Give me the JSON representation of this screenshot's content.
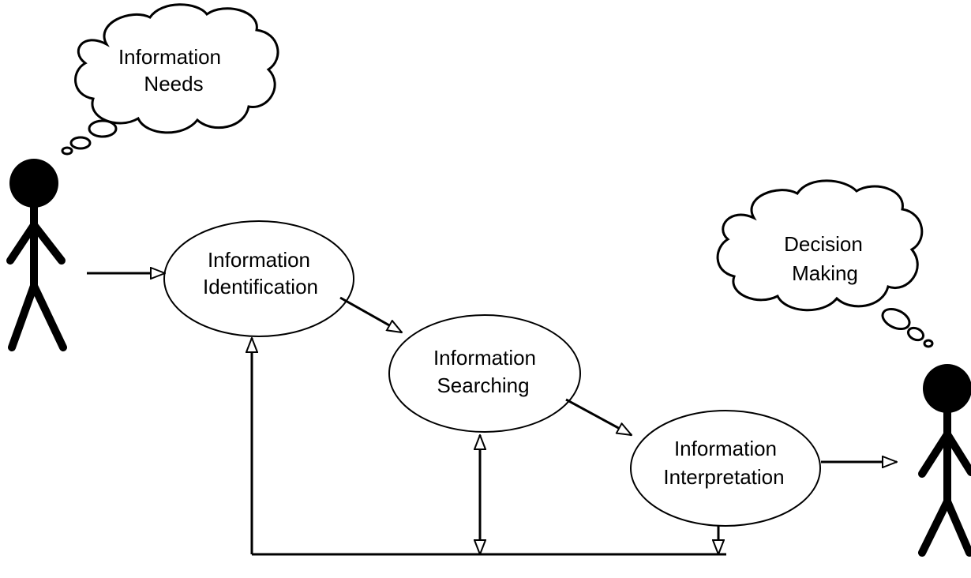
{
  "thought_bubbles": {
    "needs": {
      "line1": "Information",
      "line2": "Needs"
    },
    "decision": {
      "line1": "Decision",
      "line2": "Making"
    }
  },
  "process_nodes": {
    "identification": {
      "line1": "Information",
      "line2": "Identification"
    },
    "searching": {
      "line1": "Information",
      "line2": "Searching"
    },
    "interpretation": {
      "line1": "Information",
      "line2": "Interpretation"
    }
  },
  "figures": {
    "left": "stick-figure",
    "right": "stick-figure"
  },
  "colors": {
    "stroke": "#000000",
    "background": "#ffffff"
  }
}
